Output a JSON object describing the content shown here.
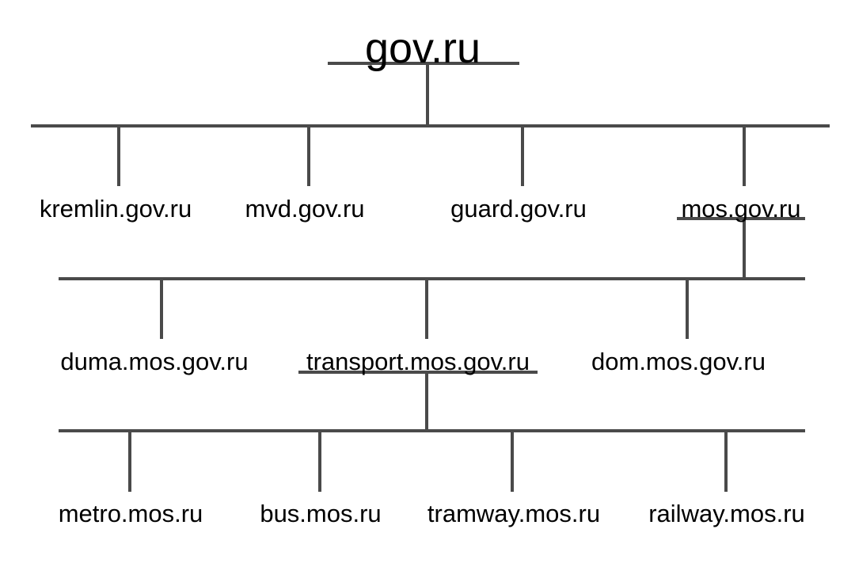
{
  "root": {
    "label": "gov.ru"
  },
  "level1": [
    {
      "label": "kremlin.gov.ru"
    },
    {
      "label": "mvd.gov.ru"
    },
    {
      "label": "guard.gov.ru"
    },
    {
      "label": "mos.gov.ru"
    }
  ],
  "level2": [
    {
      "label": "duma.mos.gov.ru"
    },
    {
      "label": "transport.mos.gov.ru"
    },
    {
      "label": "dom.mos.gov.ru"
    }
  ],
  "level3": [
    {
      "label": "metro.mos.ru"
    },
    {
      "label": "bus.mos.ru"
    },
    {
      "label": "tramway.mos.ru"
    },
    {
      "label": "railway.mos.ru"
    }
  ],
  "colors": {
    "line": "#4a4a4a",
    "text": "#000000",
    "background": "#ffffff"
  }
}
